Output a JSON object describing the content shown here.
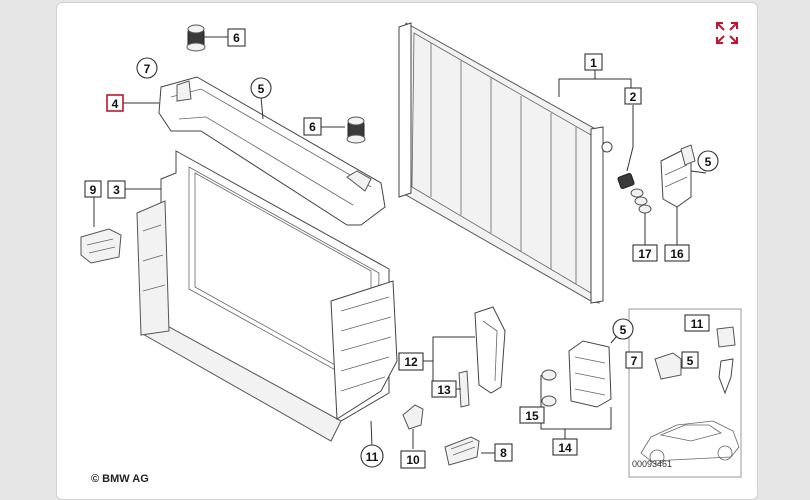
{
  "diagram": {
    "callouts": [
      {
        "id": "c6a",
        "text": "6"
      },
      {
        "id": "c7a",
        "text": "7"
      },
      {
        "id": "c4",
        "text": "4"
      },
      {
        "id": "c5a",
        "text": "5"
      },
      {
        "id": "c6b",
        "text": "6"
      },
      {
        "id": "c9",
        "text": "9"
      },
      {
        "id": "c3",
        "text": "3"
      },
      {
        "id": "c1",
        "text": "1"
      },
      {
        "id": "c2",
        "text": "2"
      },
      {
        "id": "c5b",
        "text": "5"
      },
      {
        "id": "c17",
        "text": "17"
      },
      {
        "id": "c16",
        "text": "16"
      },
      {
        "id": "c12",
        "text": "12"
      },
      {
        "id": "c13",
        "text": "13"
      },
      {
        "id": "c5c",
        "text": "5"
      },
      {
        "id": "c15",
        "text": "15"
      },
      {
        "id": "c14",
        "text": "14"
      },
      {
        "id": "c11a",
        "text": "11"
      },
      {
        "id": "c10",
        "text": "10"
      },
      {
        "id": "c8",
        "text": "8"
      },
      {
        "id": "c11b",
        "text": "11"
      },
      {
        "id": "c7b",
        "text": "7"
      },
      {
        "id": "c5d",
        "text": "5"
      }
    ],
    "copyright": "© BMW AG",
    "part_number": "00093461"
  },
  "icons": {
    "expand": "expand-arrows-icon"
  },
  "colors": {
    "highlight_border": "#c0152f",
    "expand_icon": "#c0152f"
  }
}
